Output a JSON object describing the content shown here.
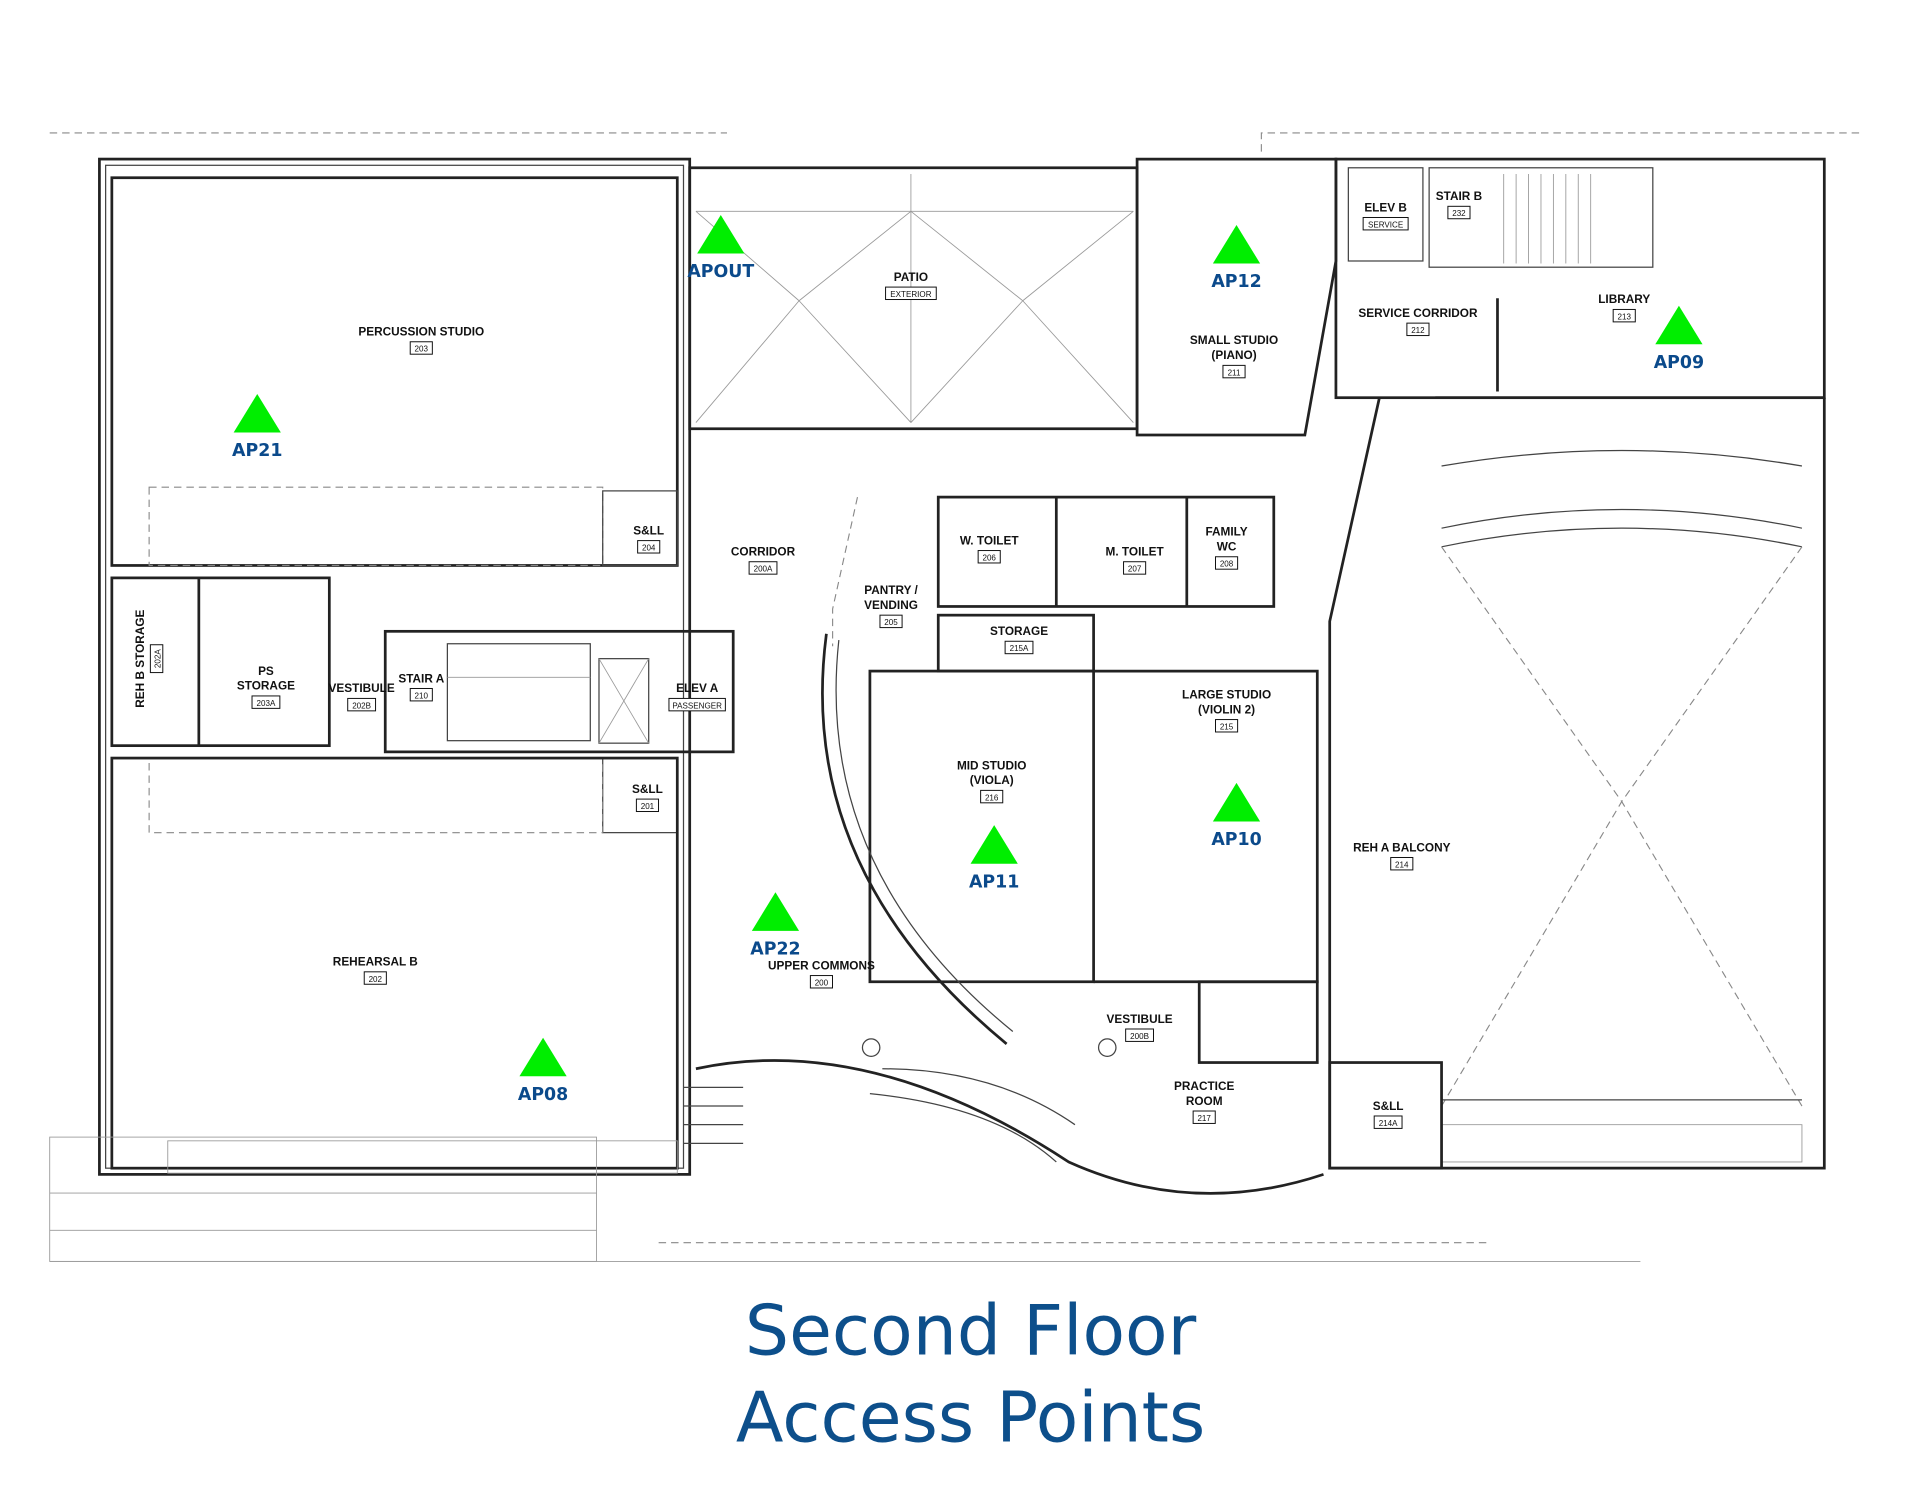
{
  "title": {
    "line1": "Second Floor",
    "line2": "Access Points"
  },
  "colors": {
    "ap_marker": "#00ee00",
    "ap_label": "#0b4a8b",
    "title": "#0d4f8b"
  },
  "rooms": [
    {
      "name": [
        "PERCUSSION STUDIO"
      ],
      "number": "203"
    },
    {
      "name": [
        "PATIO"
      ],
      "number": "EXTERIOR"
    },
    {
      "name": [
        "SMALL STUDIO",
        "(PIANO)"
      ],
      "number": "211"
    },
    {
      "name": [
        "ELEV B"
      ],
      "number": "SERVICE"
    },
    {
      "name": [
        "STAIR B"
      ],
      "number": "232"
    },
    {
      "name": [
        "SERVICE CORRIDOR"
      ],
      "number": "212"
    },
    {
      "name": [
        "LIBRARY"
      ],
      "number": "213"
    },
    {
      "name": [
        "S&LL"
      ],
      "number": "204"
    },
    {
      "name": [
        "CORRIDOR"
      ],
      "number": "200A"
    },
    {
      "name": [
        "W. TOILET"
      ],
      "number": "206"
    },
    {
      "name": [
        "M. TOILET"
      ],
      "number": "207"
    },
    {
      "name": [
        "FAMILY",
        "WC"
      ],
      "number": "208"
    },
    {
      "name": [
        "PANTRY /",
        "VENDING"
      ],
      "number": "205"
    },
    {
      "name": [
        "STORAGE"
      ],
      "number": "215A"
    },
    {
      "name": [
        "REH B STORAGE"
      ],
      "number": "202A"
    },
    {
      "name": [
        "PS",
        "STORAGE"
      ],
      "number": "203A"
    },
    {
      "name": [
        "VESTIBULE"
      ],
      "number": "202B"
    },
    {
      "name": [
        "STAIR A"
      ],
      "number": "210"
    },
    {
      "name": [
        "ELEV A"
      ],
      "number": "PASSENGER"
    },
    {
      "name": [
        "LARGE STUDIO",
        "(VIOLIN 2)"
      ],
      "number": "215"
    },
    {
      "name": [
        "MID STUDIO",
        "(VIOLA)"
      ],
      "number": "216"
    },
    {
      "name": [
        "S&LL"
      ],
      "number": "201"
    },
    {
      "name": [
        "REH A BALCONY"
      ],
      "number": "214"
    },
    {
      "name": [
        "REHEARSAL B"
      ],
      "number": "202"
    },
    {
      "name": [
        "UPPER COMMONS"
      ],
      "number": "200"
    },
    {
      "name": [
        "VESTIBULE"
      ],
      "number": "200B"
    },
    {
      "name": [
        "PRACTICE",
        "ROOM"
      ],
      "number": "217"
    },
    {
      "name": [
        "S&LL"
      ],
      "number": "214A"
    }
  ],
  "access_points": [
    {
      "label": "APOUT"
    },
    {
      "label": "AP12"
    },
    {
      "label": "AP09"
    },
    {
      "label": "AP21"
    },
    {
      "label": "AP10"
    },
    {
      "label": "AP11"
    },
    {
      "label": "AP22"
    },
    {
      "label": "AP08"
    }
  ]
}
